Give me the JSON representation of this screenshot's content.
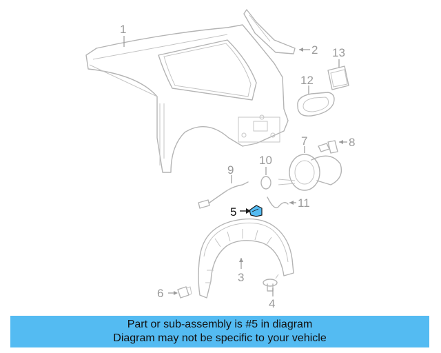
{
  "diagram": {
    "callouts": [
      "1",
      "2",
      "3",
      "4",
      "5",
      "6",
      "7",
      "8",
      "9",
      "10",
      "11",
      "12",
      "13"
    ],
    "highlighted_callout": "5",
    "highlight_color": "#54bbf2",
    "line_color": "#b4b4b4"
  },
  "banner": {
    "line1": "Part or sub-assembly is #5 in diagram",
    "line2": "Diagram may not be specific to your vehicle",
    "background": "#54bbf2"
  }
}
